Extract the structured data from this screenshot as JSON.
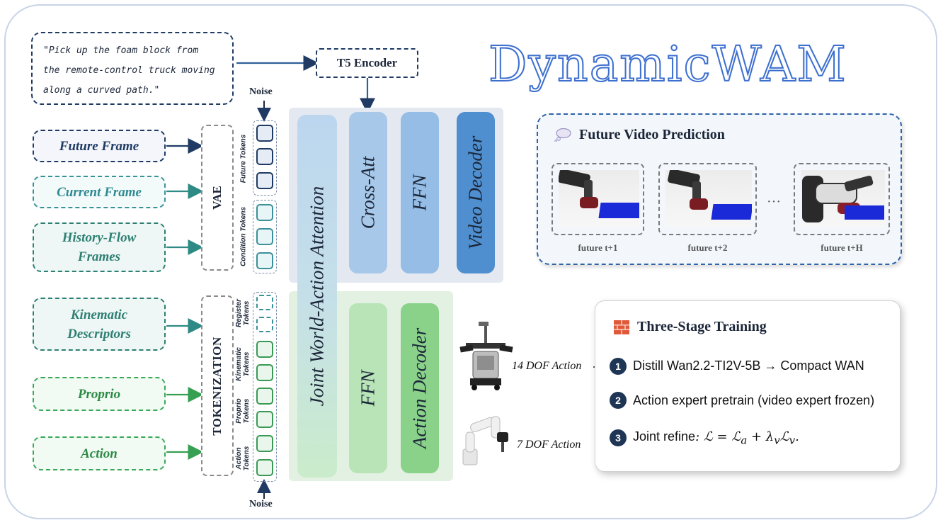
{
  "title": "DynamicWAM",
  "prompt_lines": [
    "\"Pick up the foam block from",
    "the remote-control truck moving",
    "along a curved path.\""
  ],
  "t5_encoder": "T5 Encoder",
  "noise_top": "Noise",
  "noise_bottom": "Noise",
  "inputs": {
    "future_frame": "Future Frame",
    "current_frame": "Current Frame",
    "history_flow_frames": [
      "History-Flow",
      "Frames"
    ],
    "kinematic_descriptors": [
      "Kinematic",
      "Descriptors"
    ],
    "proprio": "Proprio",
    "action": "Action"
  },
  "encoders": {
    "vae": "VAE",
    "tokenization": "TOKENIZATION"
  },
  "token_labels": {
    "future": "Future Tokens",
    "condition": "Condition Tokens",
    "register": [
      "Register",
      "Tokens"
    ],
    "kinematic": [
      "Kinematic",
      "Tokens"
    ],
    "proprio": [
      "Proprio",
      "Tokens"
    ],
    "action": [
      "Action",
      "Tokens"
    ]
  },
  "modules": {
    "joint": "Joint World-Action Attention",
    "cross_att": "Cross-Att",
    "ffn_video": "FFN",
    "video_decoder": "Video Decoder",
    "ffn_action": "FFN",
    "action_decoder": "Action Decoder"
  },
  "future_video": {
    "title": "Future Video Prediction",
    "captions": [
      "future t+1",
      "future t+2",
      "future t+H"
    ],
    "ellipsis": "···"
  },
  "actions": {
    "dof14": "14 DOF Action",
    "dof7": "7 DOF Action"
  },
  "training": {
    "title": "Three-Stage Training",
    "steps": [
      {
        "num": "1",
        "text": "Distill Wan2.2-TI2V-5B → Compact WAN"
      },
      {
        "num": "2",
        "text": "Action expert pretrain (video expert frozen)"
      },
      {
        "num": "3",
        "prefix": "Joint refine",
        "formula": ": ℒ = ℒ",
        "sub_a": "a",
        "plus": " + λ",
        "sub_v1": "v",
        "l2": "ℒ",
        "sub_v2": "v",
        "end": "."
      }
    ]
  },
  "colors": {
    "navy": "#1f3b63",
    "teal": "#3a9198",
    "green": "#3aa85a",
    "title_stroke": "#3d6fcf",
    "blue_pillar": "#4f8fcf"
  }
}
